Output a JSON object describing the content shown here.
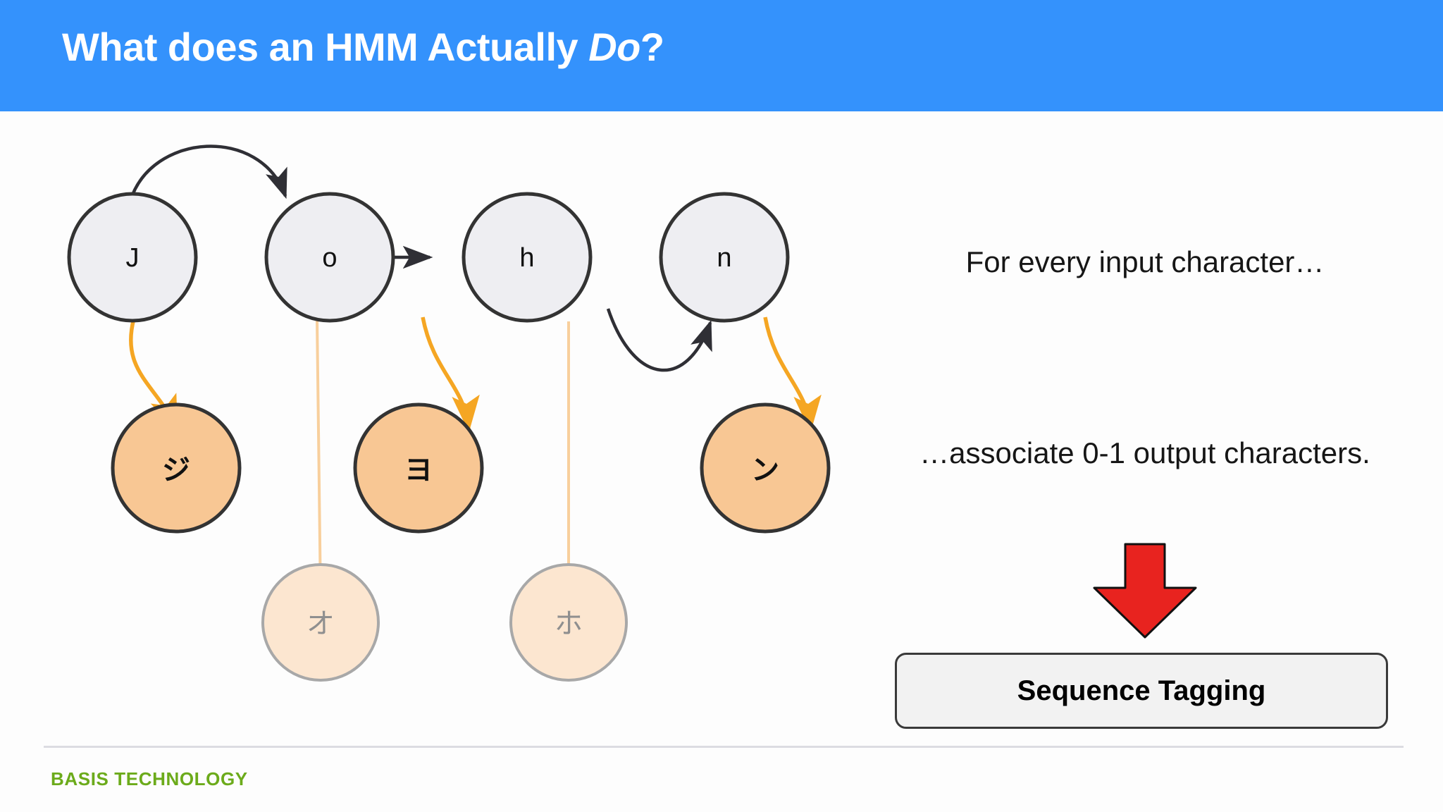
{
  "slide": {
    "title_main": "What does an HMM Actually ",
    "title_italic": "Do",
    "title_suffix": "?",
    "header_bg": "#3492fc",
    "background": "#fdfdfd"
  },
  "diagram": {
    "hidden_states": [
      {
        "id": "J",
        "label": "J"
      },
      {
        "id": "o",
        "label": "o"
      },
      {
        "id": "h",
        "label": "h"
      },
      {
        "id": "n",
        "label": "n"
      }
    ],
    "emissions_active": [
      {
        "label": "ジ"
      },
      {
        "label": "ヨ"
      },
      {
        "label": "ン"
      }
    ],
    "emissions_faded": [
      {
        "label": "オ"
      },
      {
        "label": "ホ"
      }
    ],
    "colors": {
      "state_fill": "#eeeef2",
      "state_stroke": "#333333",
      "emission_fill": "#f8c794",
      "emission_stroke": "#333333",
      "emission_faded_fill": "#fce6d0",
      "emission_faded_stroke": "#a8a8a8",
      "arrow_transition": "#2f2f35",
      "arrow_emission": "#f5a623",
      "arrow_emission_faded": "#f8cf9c"
    }
  },
  "right_panel": {
    "caption_top": "For every input character…",
    "caption_bottom": "…associate 0-1 output characters.",
    "result_label": "Sequence Tagging",
    "arrow_color": "#e8231f",
    "box_fill": "#f2f2f2",
    "box_stroke": "#3a3a3a"
  },
  "footer": {
    "brand": "BASIS TECHNOLOGY",
    "brand_color": "#6cab1b",
    "rule_color": "#dcdce2"
  }
}
